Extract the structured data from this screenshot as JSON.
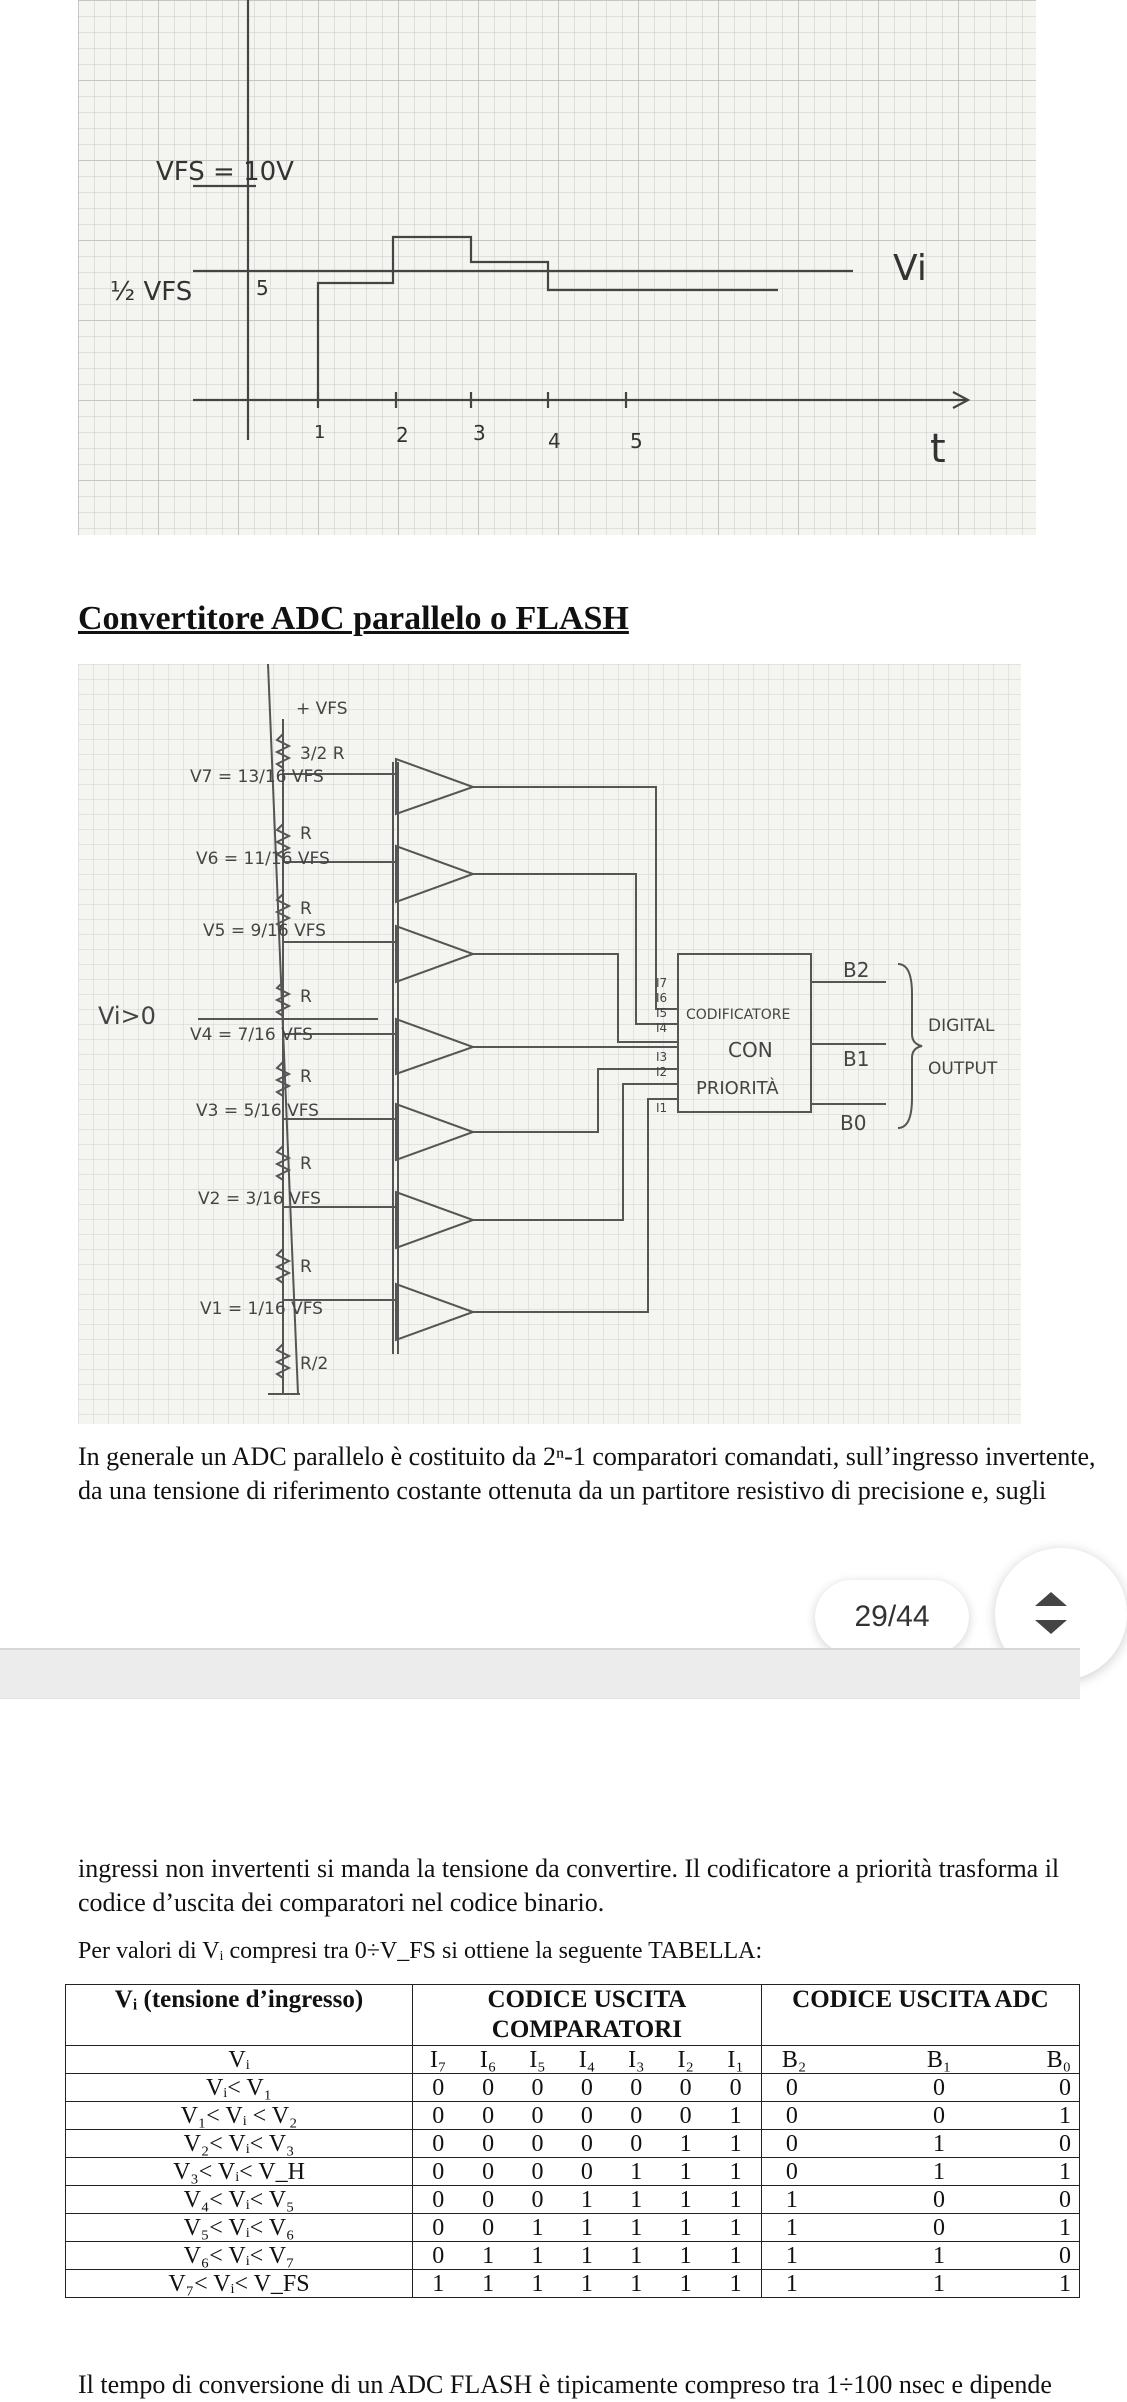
{
  "graph": {
    "vfs_label": "VFS = 10V",
    "half_label": "½ VFS",
    "level_label": "5",
    "vi_label": "Vi",
    "t_label": "t",
    "ticks": [
      "1",
      "2",
      "3",
      "4",
      "5"
    ]
  },
  "heading": "Convertitore ADC parallelo o FLASH",
  "circuit": {
    "vref": "+ VFS",
    "resistors": [
      "3/2 R",
      "R",
      "R",
      "R",
      "R",
      "R",
      "R",
      "R/2"
    ],
    "taps": [
      "V7 = 13/16 VFS",
      "V6 = 11/16 VFS",
      "V5 = 9/16 VFS",
      "V4 = 7/16 VFS",
      "V3 = 5/16 VFS",
      "V2 = 3/16 VFS",
      "V1 = 1/16 VFS"
    ],
    "input": "Vi>0",
    "encoder_lines": [
      "CODIFICATORE",
      "CON",
      "PRIORITÀ"
    ],
    "inputs": [
      "I7",
      "I6",
      "I5",
      "I4",
      "I3",
      "I2",
      "I1"
    ],
    "outputs": [
      "B2",
      "B1",
      "B0"
    ],
    "digital_output": [
      "DIGITAL",
      "OUTPUT"
    ]
  },
  "paragraph1": {
    "line1": "In generale un ADC parallelo è costituito da 2ⁿ-1 comparatori comandati, sull’ingresso invertente,",
    "line2": "da una tensione di riferimento costante ottenuta da un partitore resistivo di precisione e, sugli"
  },
  "page_indicator": "29/44",
  "paragraph2": {
    "line1": "ingressi non invertenti si manda la tensione da convertire. Il codificatore a priorità trasforma il",
    "line2": "codice d’uscita dei comparatori nel codice binario."
  },
  "paragraph3": "Per valori di Vᵢ compresi tra 0÷V_FS si ottiene la seguente TABELLA:",
  "table": {
    "h1": "Vᵢ (tensione d’ingresso)",
    "h2a": "CODICE USCITA",
    "h2b": "COMPARATORI",
    "h3": "CODICE USCITA ADC",
    "sub_vi": "Vᵢ",
    "sub_i": [
      "I₇",
      "I₆",
      "I₅",
      "I₄",
      "I₃",
      "I₂",
      "I₁"
    ],
    "sub_b": [
      "B₂",
      "B₁",
      "B₀"
    ],
    "rows": [
      {
        "label": "Vᵢ< V₁",
        "i": [
          "0",
          "0",
          "0",
          "0",
          "0",
          "0",
          "0"
        ],
        "b": [
          "0",
          "0",
          "0"
        ]
      },
      {
        "label": "V₁< Vᵢ < V₂",
        "i": [
          "0",
          "0",
          "0",
          "0",
          "0",
          "0",
          "1"
        ],
        "b": [
          "0",
          "0",
          "1"
        ]
      },
      {
        "label": "V₂< Vᵢ< V₃",
        "i": [
          "0",
          "0",
          "0",
          "0",
          "0",
          "1",
          "1"
        ],
        "b": [
          "0",
          "1",
          "0"
        ]
      },
      {
        "label": "V₃< Vᵢ< V_H",
        "i": [
          "0",
          "0",
          "0",
          "0",
          "1",
          "1",
          "1"
        ],
        "b": [
          "0",
          "1",
          "1"
        ]
      },
      {
        "label": "V₄< Vᵢ< V₅",
        "i": [
          "0",
          "0",
          "0",
          "1",
          "1",
          "1",
          "1"
        ],
        "b": [
          "1",
          "0",
          "0"
        ]
      },
      {
        "label": "V₅< Vᵢ< V₆",
        "i": [
          "0",
          "0",
          "1",
          "1",
          "1",
          "1",
          "1"
        ],
        "b": [
          "1",
          "0",
          "1"
        ]
      },
      {
        "label": "V₆< Vᵢ< V₇",
        "i": [
          "0",
          "1",
          "1",
          "1",
          "1",
          "1",
          "1"
        ],
        "b": [
          "1",
          "1",
          "0"
        ]
      },
      {
        "label": "V₇< Vᵢ< V_FS",
        "i": [
          "1",
          "1",
          "1",
          "1",
          "1",
          "1",
          "1"
        ],
        "b": [
          "1",
          "1",
          "1"
        ]
      }
    ]
  },
  "paragraph4": "Il tempo di conversione di un ADC FLASH è tipicamente compreso tra 1÷100 nsec e dipende"
}
